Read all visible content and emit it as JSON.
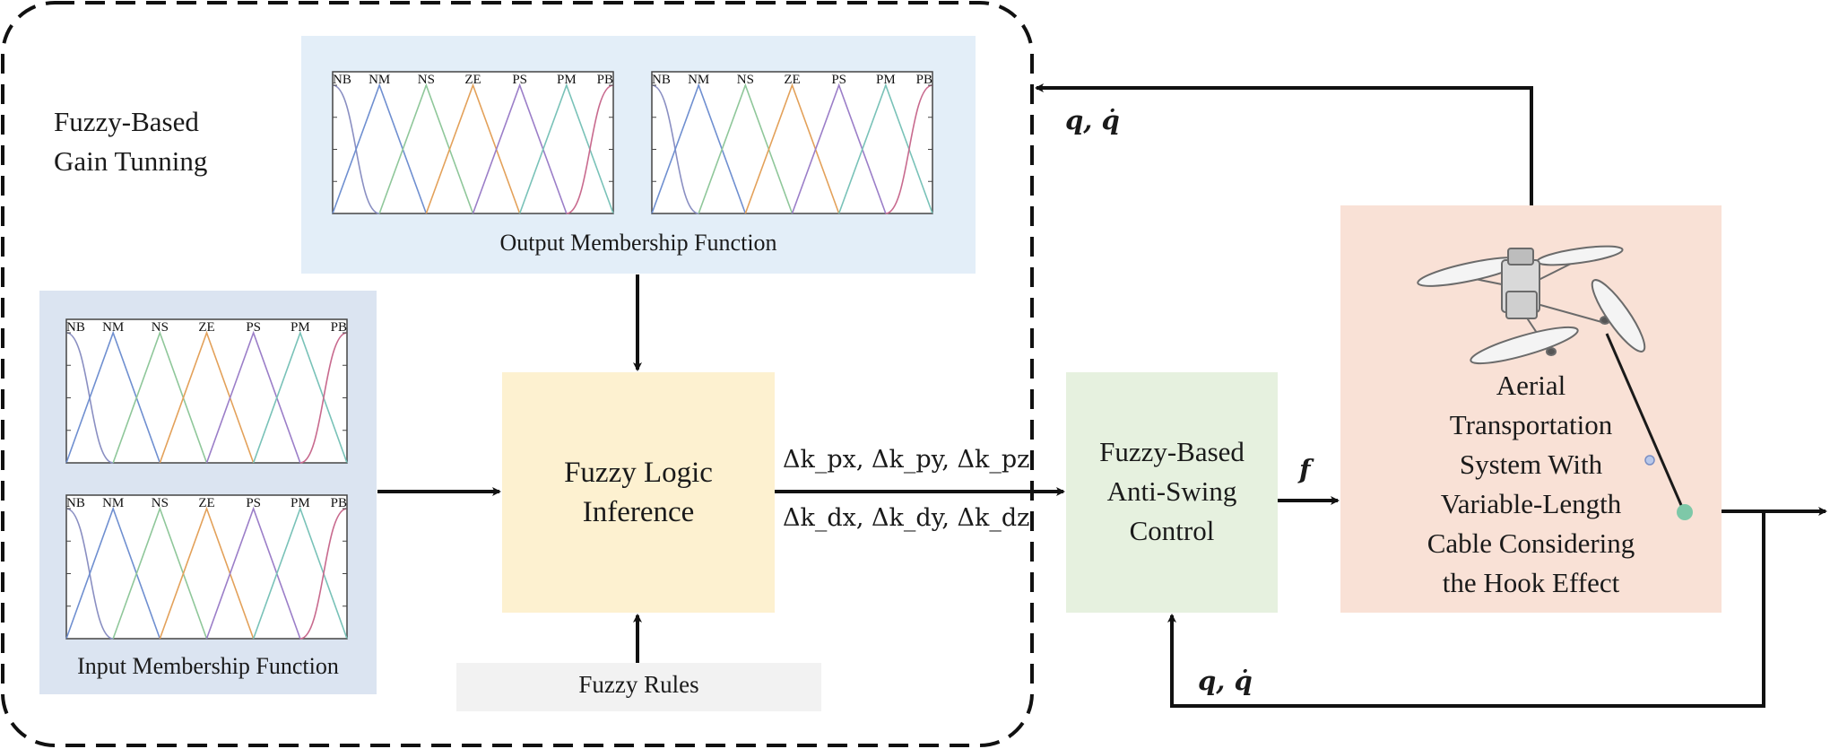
{
  "title": "Fuzzy-Based\nGain Tunning",
  "output_mf": {
    "caption": "Output Membership Function",
    "labels": [
      "NB",
      "NM",
      "NS",
      "ZE",
      "PS",
      "PM",
      "PB"
    ]
  },
  "input_mf": {
    "caption": "Input Membership Function",
    "labels": [
      "NB",
      "NM",
      "NS",
      "ZE",
      "PS",
      "PM",
      "PB"
    ]
  },
  "fuzzy_logic": {
    "label": "Fuzzy Logic\nInference"
  },
  "fuzzy_rules": {
    "label": "Fuzzy Rules"
  },
  "gains": {
    "line1": "Δk_px, Δk_py, Δk_pz",
    "line2": "Δk_dx, Δk_dy, Δk_dz"
  },
  "controller": {
    "label": "Fuzzy-Based\nAnti-Swing\nControl"
  },
  "plant": {
    "label": "Aerial\nTransportation\nSystem With\nVariable-Length\nCable Considering\nthe Hook Effect"
  },
  "signals": {
    "force": "f",
    "state_top": "q, q̇",
    "state_bottom": "q, q̇"
  },
  "colors": {
    "output_panel": "#e3eef8",
    "input_panel": "#dbe4f1",
    "fuzzy_logic": "#fdf1d0",
    "fuzzy_rules": "#f2f2f2",
    "controller": "#e6f1df",
    "plant": "#f9e1d6",
    "mf_curves": [
      "#8a8fc2",
      "#6f8fd0",
      "#8fc79a",
      "#e3a15a",
      "#9b7ec8",
      "#79c2b8",
      "#c86a8e"
    ]
  }
}
